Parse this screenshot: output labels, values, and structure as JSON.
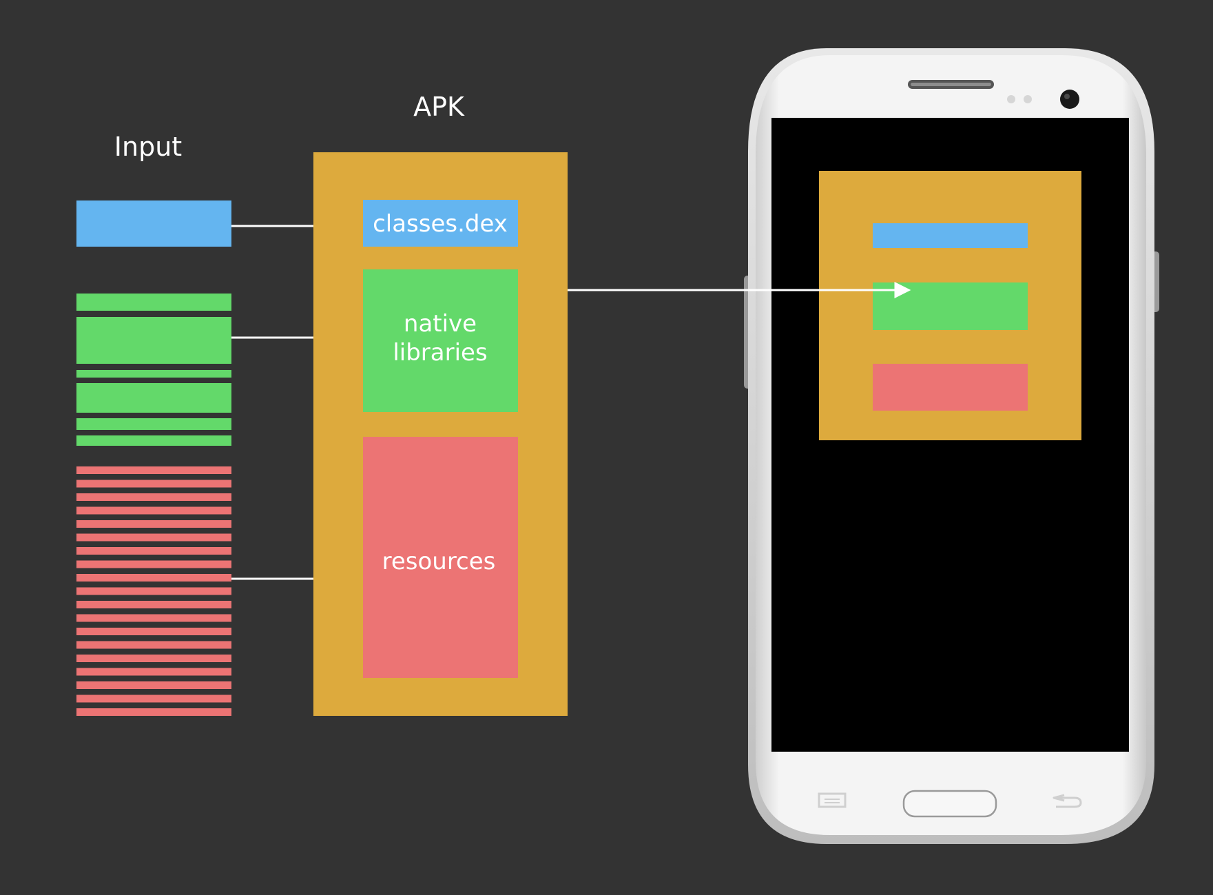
{
  "input": {
    "heading": "Input"
  },
  "apk": {
    "heading": "APK",
    "dex_label": "classes.dex",
    "native_label_line1": "native",
    "native_label_line2": "libraries",
    "resources_label": "resources"
  },
  "colors": {
    "background": "#333333",
    "apk": "#DDAA3D",
    "dex": "#64B5F0",
    "native": "#63D96A",
    "resources": "#EC7474",
    "arrow": "#FFFFFF",
    "phone_body": "#EDEDED",
    "phone_screen": "#000000"
  },
  "icons": {
    "phone": "android-phone-icon",
    "menu": "menu-key-icon",
    "home": "home-button-icon",
    "back": "back-key-icon",
    "camera": "front-camera-icon",
    "speaker": "earpiece-speaker-icon"
  }
}
